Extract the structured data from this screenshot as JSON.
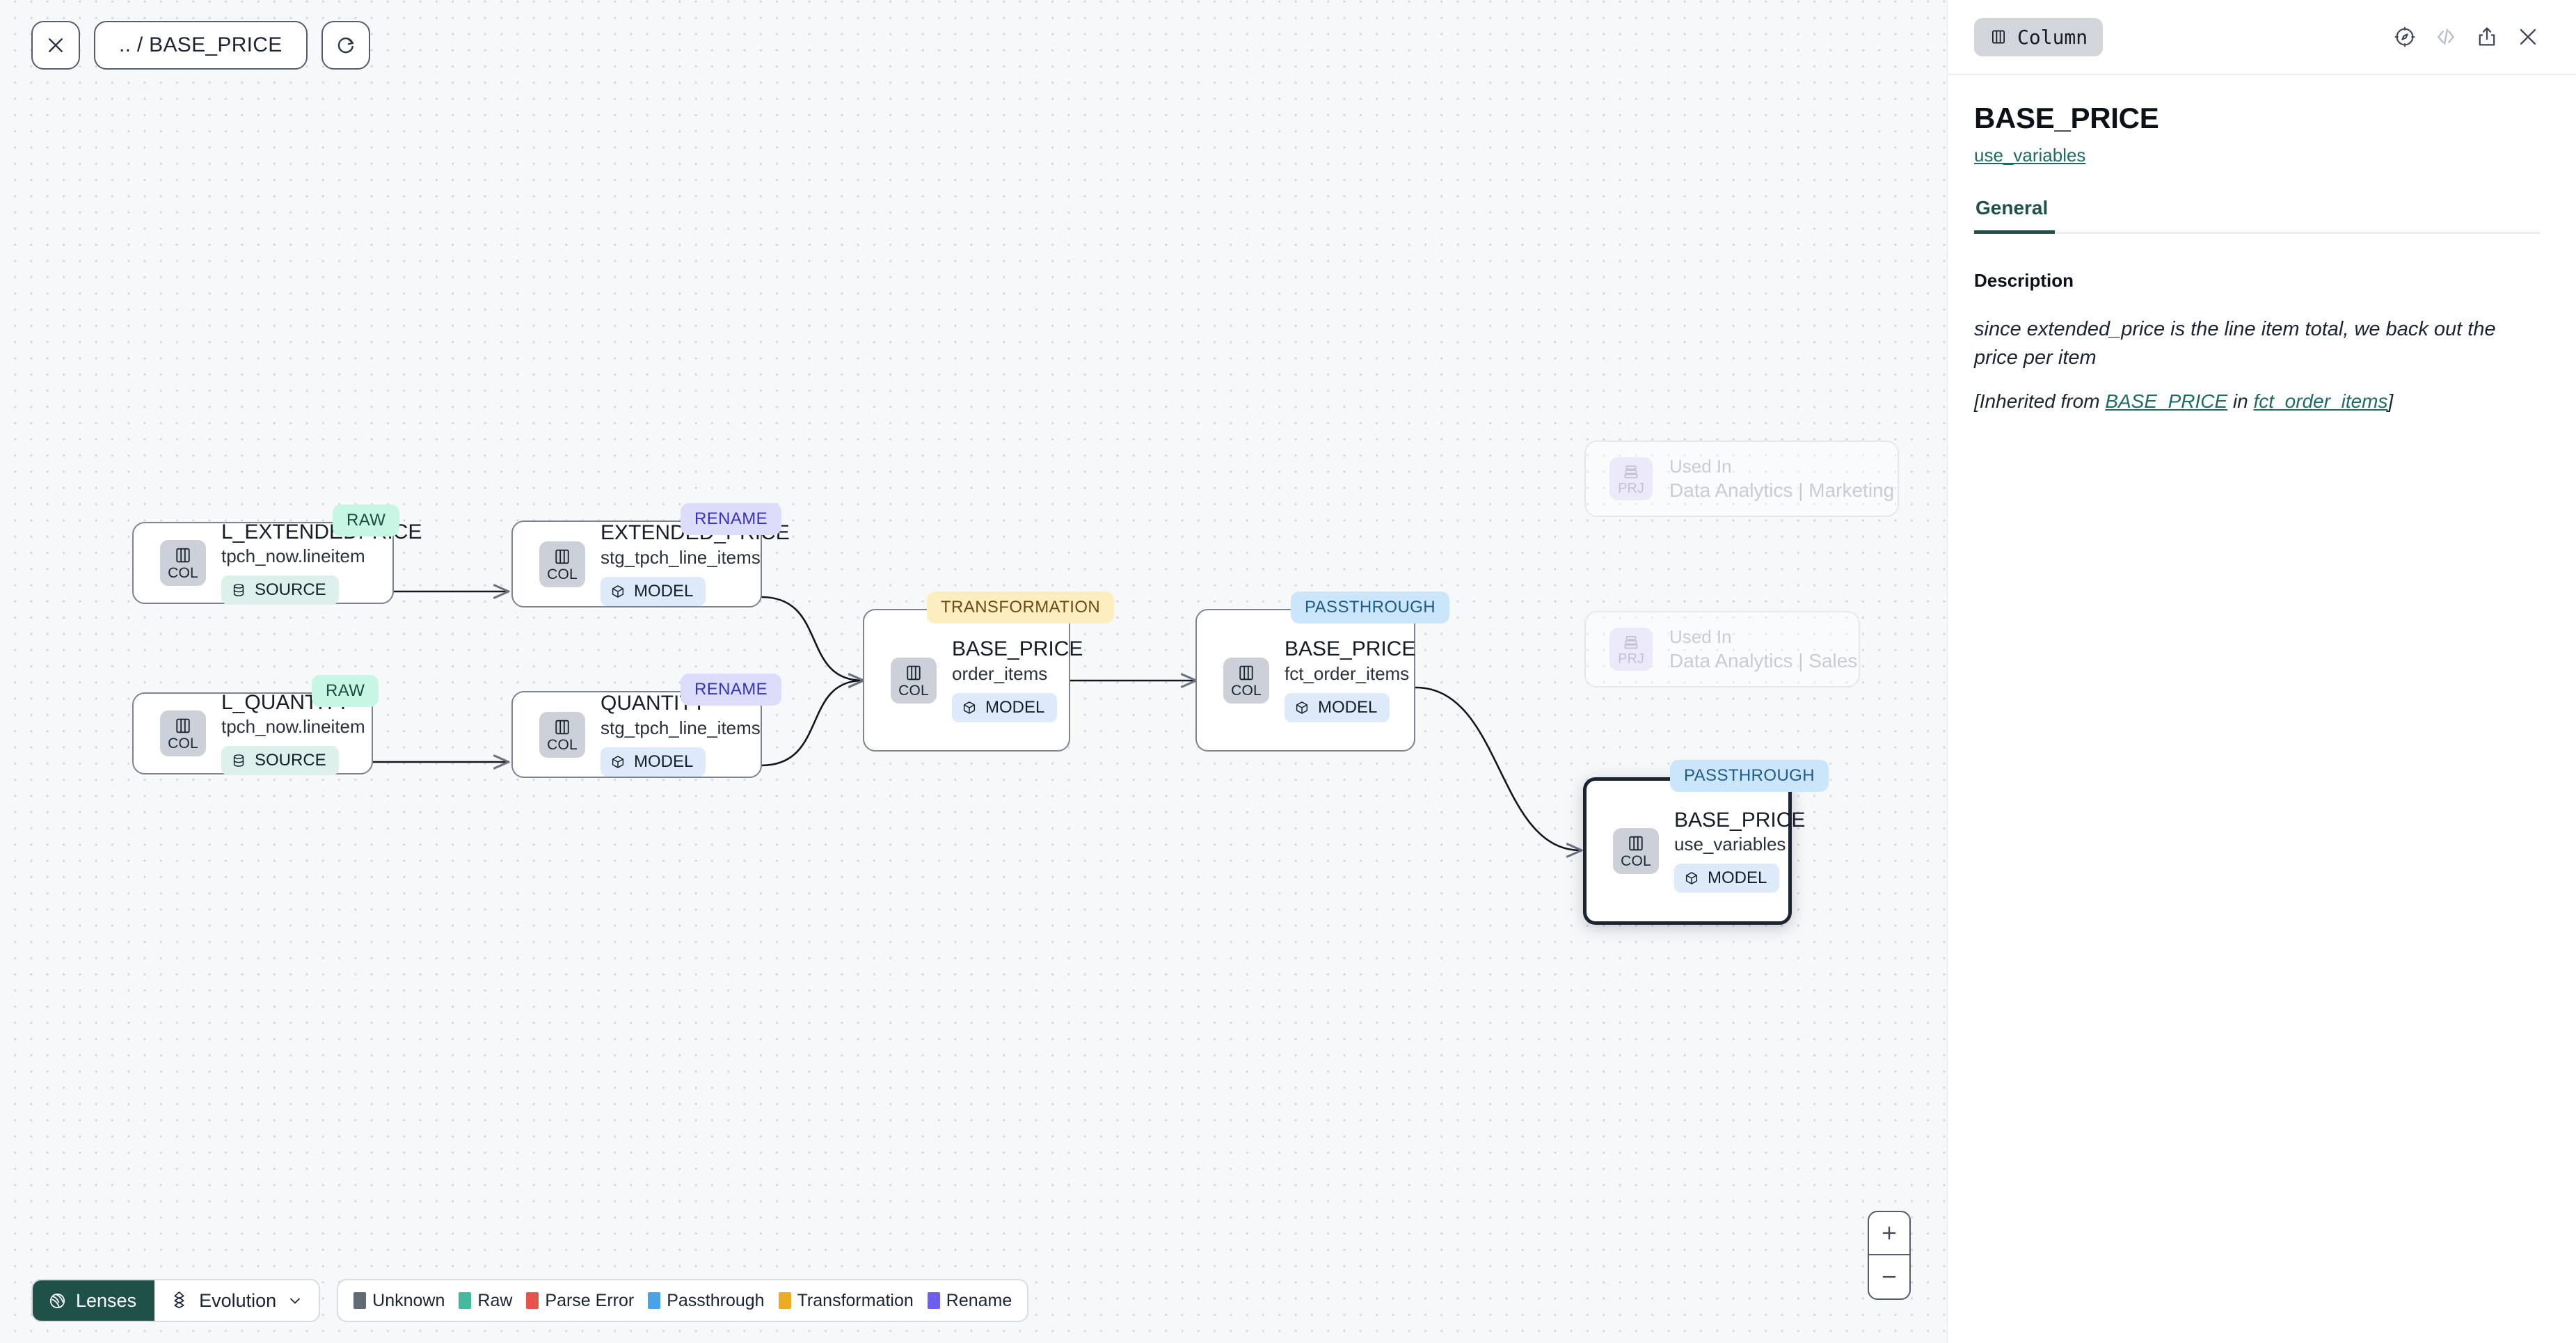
{
  "toolbar": {
    "close_icon": "close-icon",
    "breadcrumb": ".. / BASE_PRICE",
    "refresh_icon": "refresh-icon"
  },
  "canvas": {
    "nodes": [
      {
        "id": "l_extendedprice",
        "badge": "RAW",
        "badge_kind": "raw",
        "chip": "COL",
        "title": "L_EXTENDEDPRICE",
        "subtitle": "tpch_now.lineitem",
        "kind_label": "SOURCE",
        "kind_type": "source",
        "icon": "database-icon"
      },
      {
        "id": "l_quantity",
        "badge": "RAW",
        "badge_kind": "raw",
        "chip": "COL",
        "title": "L_QUANTITY",
        "subtitle": "tpch_now.lineitem",
        "kind_label": "SOURCE",
        "kind_type": "source",
        "icon": "database-icon"
      },
      {
        "id": "extended_price",
        "badge": "RENAME",
        "badge_kind": "rename",
        "chip": "COL",
        "title": "EXTENDED_PRICE",
        "subtitle": "stg_tpch_line_items",
        "kind_label": "MODEL",
        "kind_type": "model",
        "icon": "cube-icon"
      },
      {
        "id": "quantity",
        "badge": "RENAME",
        "badge_kind": "rename",
        "chip": "COL",
        "title": "QUANTITY",
        "subtitle": "stg_tpch_line_items",
        "kind_label": "MODEL",
        "kind_type": "model",
        "icon": "cube-icon"
      },
      {
        "id": "base_price_order_items",
        "badge": "TRANSFORMATION",
        "badge_kind": "transformation",
        "chip": "COL",
        "title": "BASE_PRICE",
        "subtitle": "order_items",
        "kind_label": "MODEL",
        "kind_type": "model",
        "icon": "cube-icon"
      },
      {
        "id": "base_price_fct_order_items",
        "badge": "PASSTHROUGH",
        "badge_kind": "passthrough",
        "chip": "COL",
        "title": "BASE_PRICE",
        "subtitle": "fct_order_items",
        "kind_label": "MODEL",
        "kind_type": "model",
        "icon": "cube-icon"
      },
      {
        "id": "base_price_use_variables",
        "badge": "PASSTHROUGH",
        "badge_kind": "passthrough",
        "chip": "COL",
        "title": "BASE_PRICE",
        "subtitle": "use_variables",
        "kind_label": "MODEL",
        "kind_type": "model",
        "icon": "cube-icon",
        "selected": true
      }
    ],
    "used_in": [
      {
        "id": "used_in_marketing",
        "chip": "PRJ",
        "line1": "Used In",
        "line2": "Data Analytics | Marketing"
      },
      {
        "id": "used_in_sales",
        "chip": "PRJ",
        "line1": "Used In",
        "line2": "Data Analytics | Sales"
      }
    ],
    "zoom_controls": {
      "zoom_in": "+",
      "zoom_out": "−"
    }
  },
  "bottom_bar": {
    "lenses_label": "Lenses",
    "evolution_label": "Evolution",
    "legend": [
      {
        "label": "Unknown",
        "color": "#636b72"
      },
      {
        "label": "Raw",
        "color": "#45b8a0"
      },
      {
        "label": "Parse Error",
        "color": "#e4544b"
      },
      {
        "label": "Passthrough",
        "color": "#4aa3e8"
      },
      {
        "label": "Transformation",
        "color": "#edab23"
      },
      {
        "label": "Rename",
        "color": "#6c5ff0"
      }
    ]
  },
  "panel": {
    "type_pill": "Column",
    "header_icons": [
      "compass-icon",
      "code-icon",
      "share-icon",
      "close-icon"
    ],
    "column_name": "BASE_PRICE",
    "model_link": "use_variables",
    "tabs": [
      {
        "label": "General",
        "active": true
      }
    ],
    "description_label": "Description",
    "description_text": "since extended_price is the line item total, we back out the price per item",
    "inherited_prefix": "[Inherited from ",
    "inherited_column": "BASE_PRICE",
    "inherited_mid": " in ",
    "inherited_model": "fct_order_items",
    "inherited_suffix": "]"
  },
  "colors": {
    "accent_teal": "#1f5149",
    "link_teal": "#1f6a63",
    "canvas_bg": "#f7f8fa",
    "node_border": "#7d838f",
    "selected_border": "#1c2433"
  }
}
